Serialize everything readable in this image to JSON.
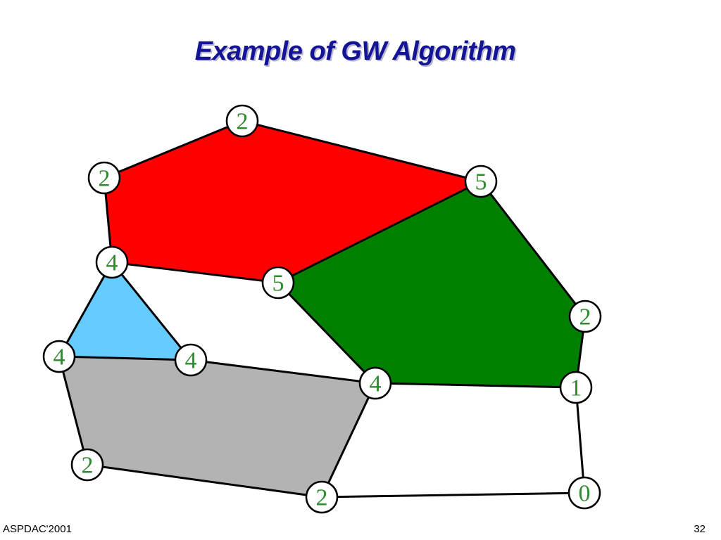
{
  "slide": {
    "title": "Example of GW Algorithm",
    "footer_left": "ASPDAC'2001",
    "page_number": "32"
  },
  "graph": {
    "colors": {
      "red": "#ff0000",
      "green": "#007f00",
      "blue": "#66ccff",
      "gray": "#b3b3b3"
    },
    "nodes": [
      {
        "id": "n-top",
        "label": "2"
      },
      {
        "id": "n-upper-left",
        "label": "2"
      },
      {
        "id": "n-upper-right",
        "label": "5"
      },
      {
        "id": "n-mid-left",
        "label": "4"
      },
      {
        "id": "n-center",
        "label": "5"
      },
      {
        "id": "n-right",
        "label": "2"
      },
      {
        "id": "n-left",
        "label": "4"
      },
      {
        "id": "n-inner-left",
        "label": "4"
      },
      {
        "id": "n-inner-right",
        "label": "4"
      },
      {
        "id": "n-lower-right",
        "label": "1"
      },
      {
        "id": "n-bottom-left",
        "label": "2"
      },
      {
        "id": "n-bottom-mid",
        "label": "2"
      },
      {
        "id": "n-bottom-right",
        "label": "0"
      }
    ],
    "regions": [
      {
        "name": "red-region",
        "color": "red",
        "nodes": [
          "n-top",
          "n-upper-right",
          "n-center",
          "n-mid-left",
          "n-upper-left"
        ]
      },
      {
        "name": "green-region",
        "color": "green",
        "nodes": [
          "n-upper-right",
          "n-right",
          "n-lower-right",
          "n-inner-right",
          "n-center"
        ]
      },
      {
        "name": "blue-region",
        "color": "blue",
        "nodes": [
          "n-mid-left",
          "n-inner-left",
          "n-left"
        ]
      },
      {
        "name": "gray-region",
        "color": "gray",
        "nodes": [
          "n-left",
          "n-inner-left",
          "n-inner-right",
          "n-bottom-mid",
          "n-bottom-left"
        ]
      }
    ],
    "edges": [
      [
        "n-upper-left",
        "n-top"
      ],
      [
        "n-top",
        "n-upper-right"
      ],
      [
        "n-upper-right",
        "n-right"
      ],
      [
        "n-right",
        "n-lower-right"
      ],
      [
        "n-lower-right",
        "n-bottom-right"
      ],
      [
        "n-bottom-right",
        "n-bottom-mid"
      ],
      [
        "n-bottom-mid",
        "n-inner-right"
      ],
      [
        "n-bottom-mid",
        "n-bottom-left"
      ],
      [
        "n-bottom-left",
        "n-left"
      ],
      [
        "n-left",
        "n-inner-left"
      ],
      [
        "n-left",
        "n-mid-left"
      ],
      [
        "n-mid-left",
        "n-inner-left"
      ],
      [
        "n-mid-left",
        "n-upper-left"
      ],
      [
        "n-mid-left",
        "n-center"
      ],
      [
        "n-center",
        "n-upper-right"
      ],
      [
        "n-center",
        "n-inner-right"
      ],
      [
        "n-inner-left",
        "n-inner-right"
      ],
      [
        "n-inner-right",
        "n-lower-right"
      ]
    ]
  }
}
